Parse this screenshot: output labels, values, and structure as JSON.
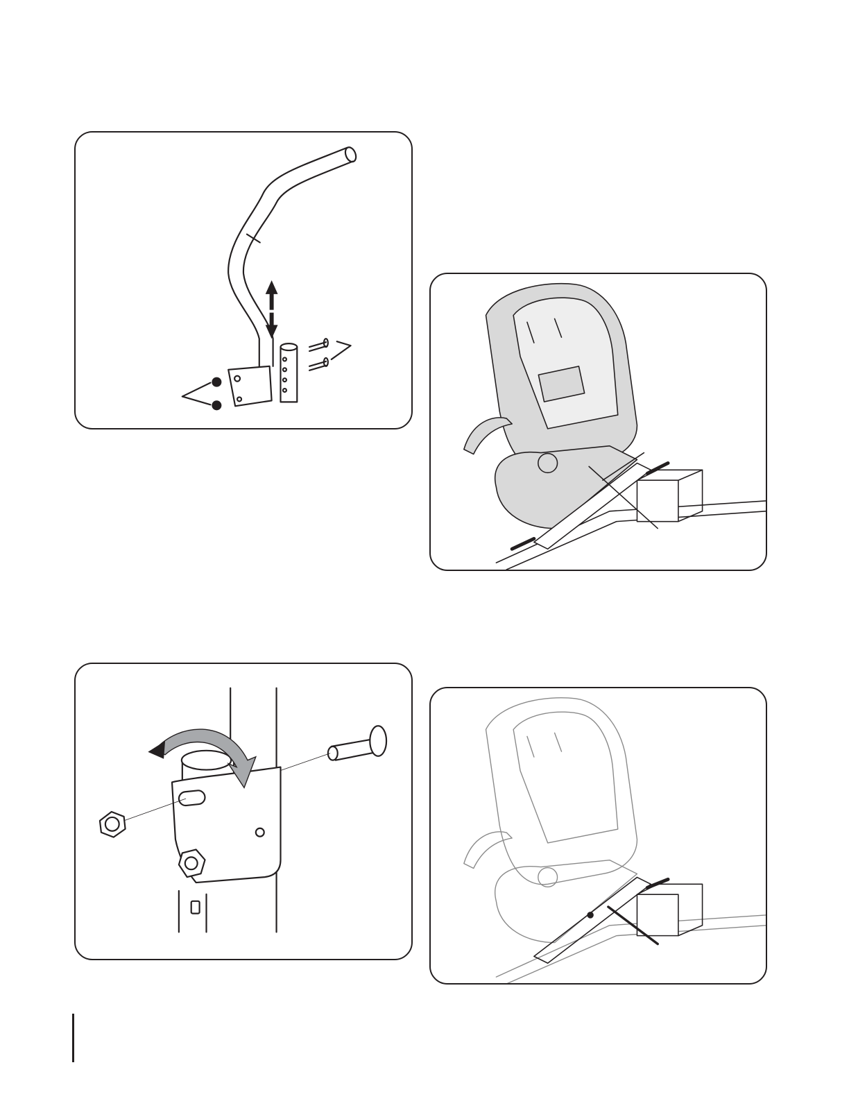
{
  "page": {
    "figures": [
      {
        "id": "figure-handle-adjust",
        "icon": "handle-height-adjust-illustration"
      },
      {
        "id": "figure-seat-tilt-bolts",
        "icon": "seat-pivot-bolts-illustration"
      },
      {
        "id": "figure-bracket-rotate",
        "icon": "bracket-rotation-illustration"
      },
      {
        "id": "figure-seat-tilt-rod",
        "icon": "seat-support-rod-illustration"
      }
    ],
    "colors": {
      "line": "#231f20",
      "seat_fill": "#d9d9d9",
      "arrow_fill": "#a7a9ac"
    }
  }
}
